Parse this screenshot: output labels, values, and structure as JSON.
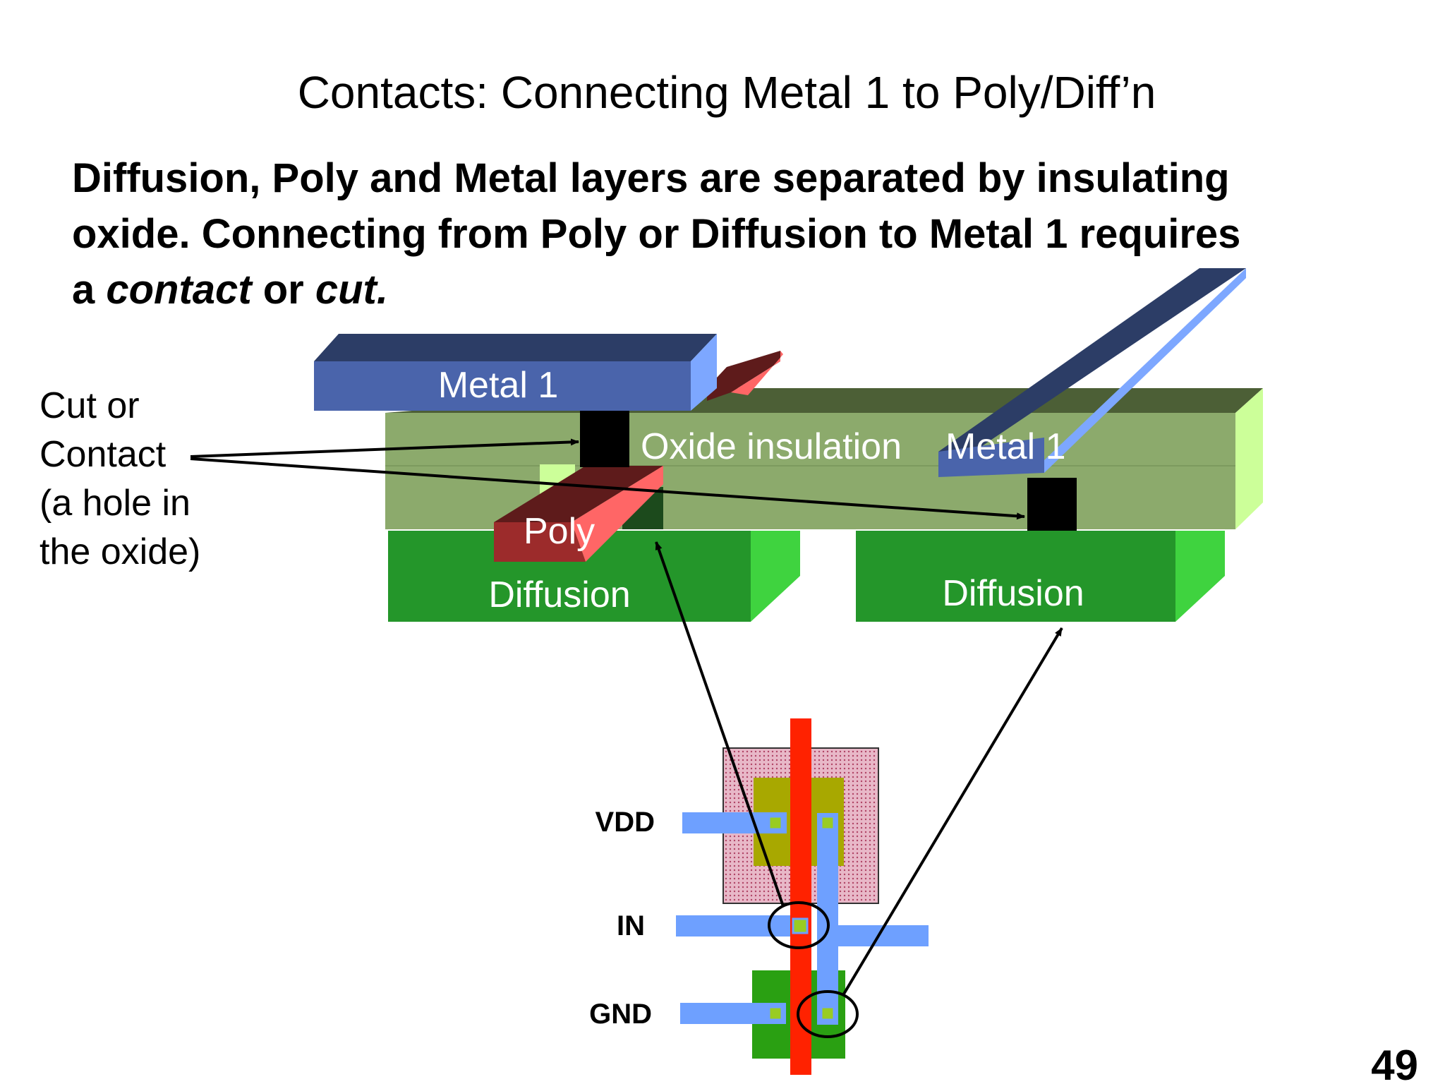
{
  "slide": {
    "title": "Contacts: Connecting Metal 1 to Poly/Diff’n",
    "body_line1": "Diffusion, Poly and Metal layers are separated by insulating",
    "body_line2": "oxide. Connecting from Poly or Diffusion to Metal 1 requires",
    "body_line3_prefix": "a ",
    "body_line3_contact": "contact",
    "body_line3_mid": " or ",
    "body_line3_cut": "cut.",
    "page_number": "49"
  },
  "diagram": {
    "callout_line1": "Cut or",
    "callout_line2": "Contact",
    "callout_line3": "(a hole in",
    "callout_line4": "the oxide)",
    "metal1_left": "Metal 1",
    "metal1_right": "Metal 1",
    "oxide": "Oxide insulation",
    "poly": "Poly",
    "diffusion_left": "Diffusion",
    "diffusion_right": "Diffusion"
  },
  "layout": {
    "vdd": "VDD",
    "in": "IN",
    "gnd": "GND"
  },
  "colors": {
    "metal": "#4a64ab",
    "metal_top": "#2c3d66",
    "metal_side": "#7da7ff",
    "oxide": "#8caa6c",
    "oxide_top": "#4c5f36",
    "oxide_side": "#ccff99",
    "poly": "#9c2b2b",
    "poly_top": "#5e1b1b",
    "poly_side": "#ff6666",
    "diffusion": "#24962a",
    "diffusion_side": "#3fd33f",
    "contact": "#000000",
    "layout_poly": "#ff2200",
    "layout_metal": "#6ea0ff",
    "layout_contact": "#99cc22",
    "nwell": "#e8b8c8",
    "pdiff": "#a8a800",
    "ndiff": "#2aa012"
  }
}
